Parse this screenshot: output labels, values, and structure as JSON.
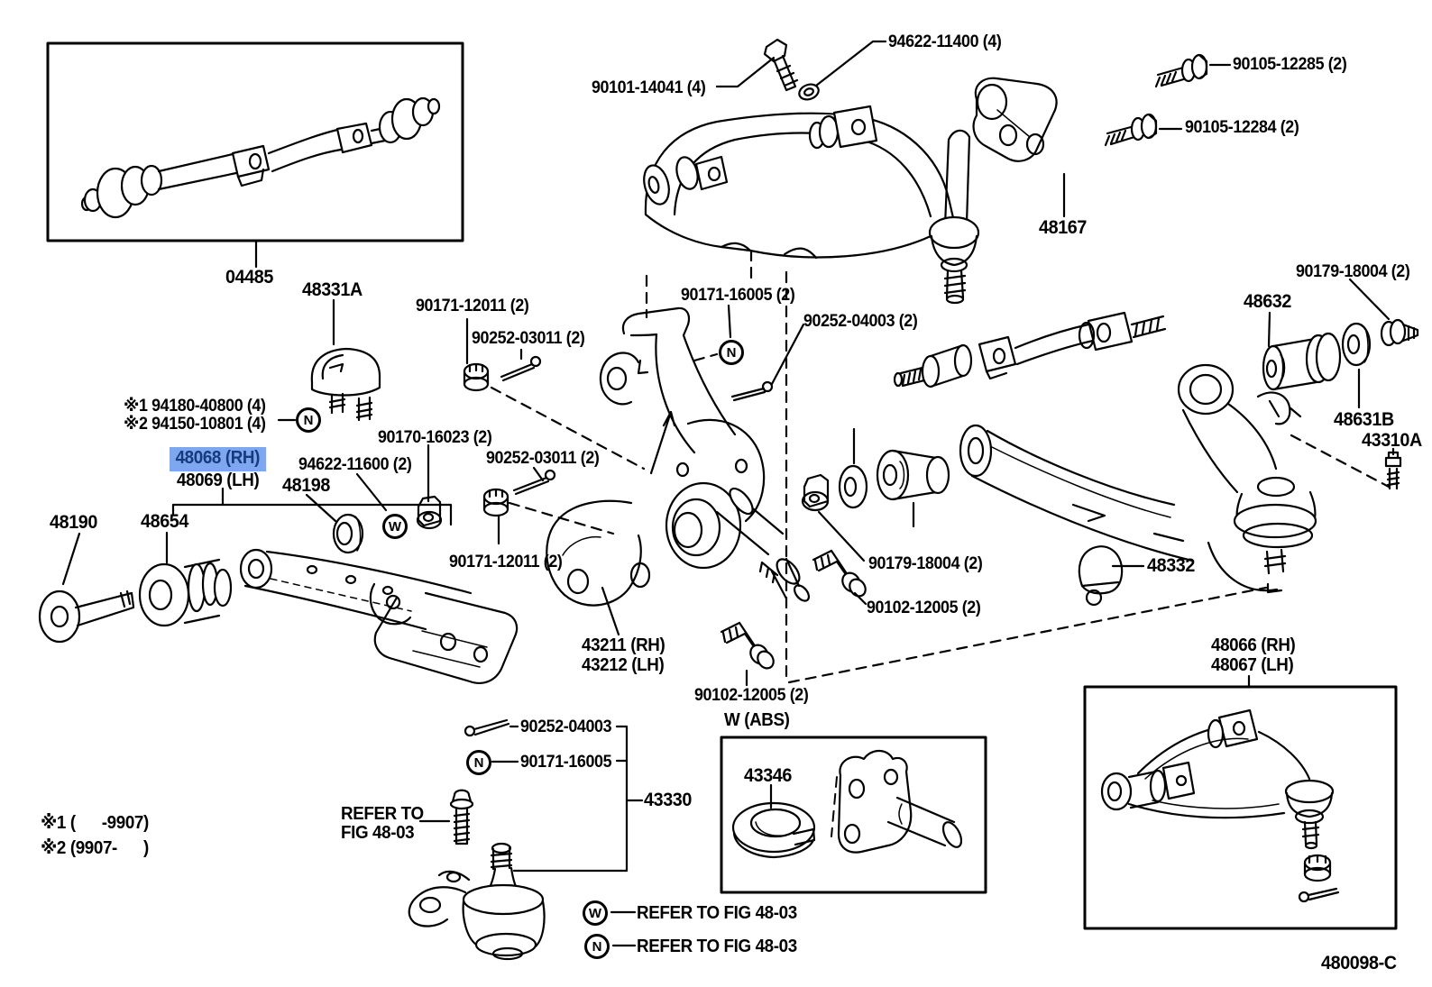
{
  "diagram": {
    "figure_code": "480098-C",
    "highlight": {
      "background": "#7DA7EE",
      "text_color": "#17397E",
      "selected_part": "48068 (RH)"
    },
    "labels": {
      "p04485": "04485",
      "p48331A": "48331A",
      "p90171_12011": "90171-12011 (2)",
      "p90252_03011": "90252-03011 (2)",
      "p90171_16005_qty": "90171-16005 (2)",
      "p90252_04003_qty": "90252-04003 (2)",
      "p90101_14041": "90101-14041 (4)",
      "p94622_11400": "94622-11400 (4)",
      "p90105_12285": "90105-12285 (2)",
      "p90105_12284": "90105-12284 (2)",
      "p48167": "48167",
      "p90179_18004": "90179-18004 (2)",
      "p48632": "48632",
      "p48631B": "48631B",
      "p43310A": "43310A",
      "note1_part": "※1 94180-40800 (4)",
      "note2_part": "※2 94150-10801 (4)",
      "p48068": "48068 (RH)",
      "p48069": "48069 (LH)",
      "p94622_11600": "94622-11600 (2)",
      "p48198": "48198",
      "p90170_16023": "90170-16023 (2)",
      "p48190": "48190",
      "p48654": "48654",
      "p43211": "43211 (RH)",
      "p43212": "43212 (LH)",
      "p90102_12005": "90102-12005 (2)",
      "w_abs": "W (ABS)",
      "p43346": "43346",
      "p48332": "48332",
      "p48066": "48066 (RH)",
      "p48067": "48067 (LH)",
      "p90252_04003": "90252-04003",
      "p90171_16005": "90171-16005",
      "p43330": "43330",
      "refer_to_line1": "REFER TO",
      "refer_to_line2": "FIG 48-03",
      "refer_to_fig": "REFER TO FIG 48-03",
      "note1_date": "※1 (      -9907)",
      "note2_date": "※2 (9907-      )",
      "figure_code": "480098-C",
      "glyph_n": "N",
      "glyph_w": "W"
    }
  }
}
